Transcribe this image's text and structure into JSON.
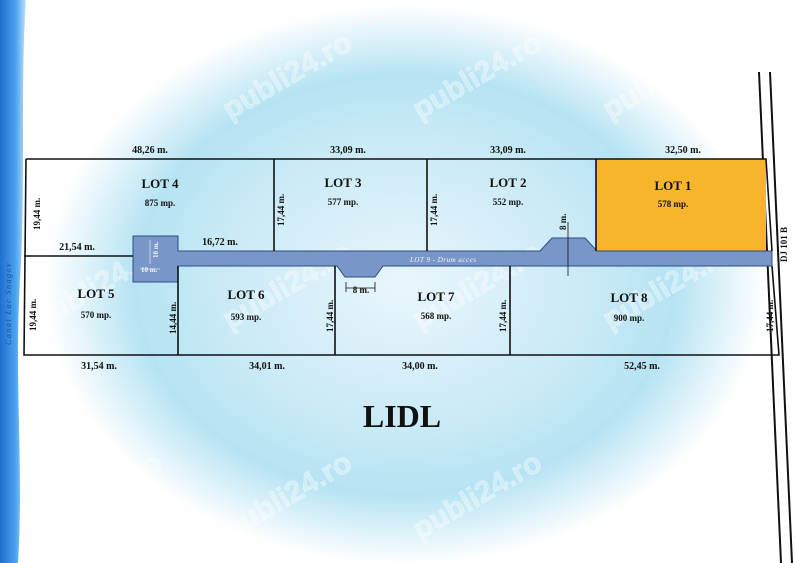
{
  "lots": [
    {
      "label": "LOT 1",
      "area": "578 mp.",
      "highlight": true
    },
    {
      "label": "LOT 2",
      "area": "552 mp."
    },
    {
      "label": "LOT 3",
      "area": "577 mp."
    },
    {
      "label": "LOT 4",
      "area": "875 mp."
    },
    {
      "label": "LOT 5",
      "area": "570 mp."
    },
    {
      "label": "LOT 6",
      "area": "593 mp."
    },
    {
      "label": "LOT 7",
      "area": "568 mp."
    },
    {
      "label": "LOT 8",
      "area": "900 mp."
    }
  ],
  "road": {
    "label": "LOT 9 - Drum acces"
  },
  "dimensions": {
    "top": [
      "48,26 m.",
      "33,09 m.",
      "33,09 m.",
      "32,50 m."
    ],
    "bottom": [
      "31,54 m.",
      "34,01 m.",
      "34,00 m.",
      "52,45 m."
    ],
    "mid_left": "21,54 m.",
    "mid_mid": "16,72 m.",
    "left_top": "19,44 m.",
    "left_bottom": "19,44 m.",
    "lot3_depth": "17,44 m.",
    "lot2_depth": "17,44 m.",
    "lot6_left": "14,44 m.",
    "lot7_left": "17,44 m.",
    "lot8_left": "17,44 m.",
    "right_bottom": "17,44 m.",
    "turn_w": "10 m.",
    "turn_h": "10 m.",
    "bay_bottom": "8 m.",
    "bay_top": "8 m."
  },
  "labels": {
    "canal": "Canal Lac Snagov",
    "highway": "DJ 101 B",
    "landmark": "LIDL",
    "watermark": "publi24.ro"
  },
  "colors": {
    "lot1": "#f7b52c",
    "road": "#7896c8",
    "canal": "#3b82d6"
  }
}
